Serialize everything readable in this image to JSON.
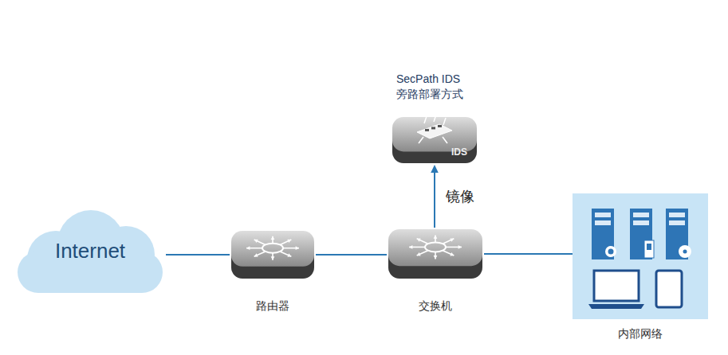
{
  "diagram": {
    "nodes": [
      {
        "text": [
          "SecPath IDS 旁路部署方式",
          "IDS"
        ]
      },
      {
        "text": [
          "Internet"
        ]
      },
      {
        "text": [
          "路由器"
        ]
      },
      {
        "text": [
          "交换机"
        ]
      },
      {
        "text": [
          "内部网络"
        ]
      }
    ],
    "edges": [
      {
        "from": 1,
        "to": 2,
        "arrow": "none"
      },
      {
        "from": 2,
        "to": 3,
        "arrow": "none"
      },
      {
        "from": 3,
        "to": 0,
        "arrow": "to",
        "label": "镜像"
      },
      {
        "from": 3,
        "to": 4,
        "arrow": "none"
      }
    ]
  }
}
